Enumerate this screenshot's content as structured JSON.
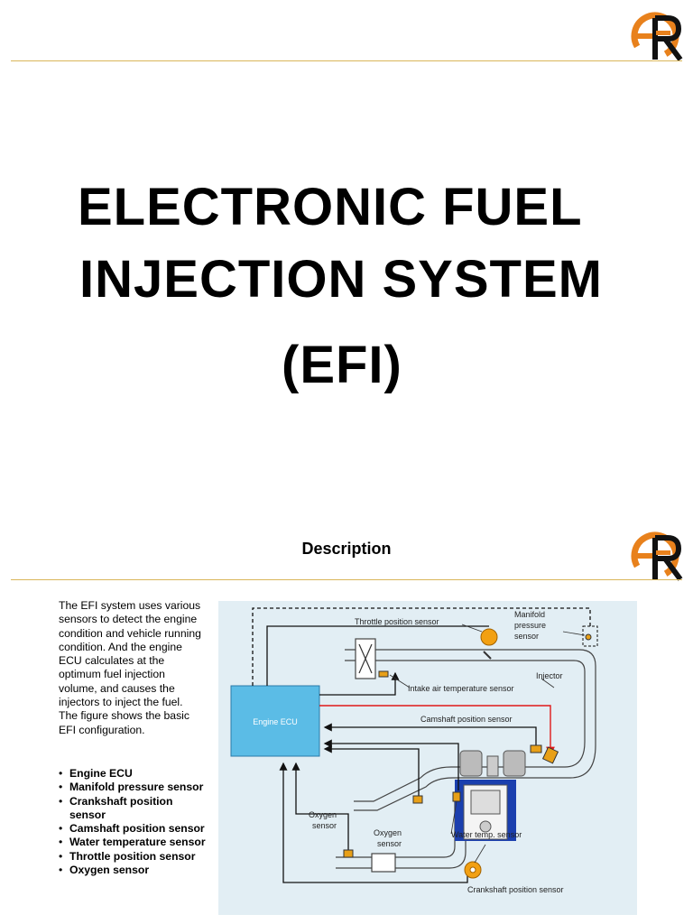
{
  "slide1": {
    "title_lines": [
      "ELECTRONIC FUEL",
      "INJECTION SYSTEM",
      "(EFI)"
    ]
  },
  "slide2": {
    "heading": "Description",
    "paragraph": "The EFI system uses various sensors to detect the engine condition and vehicle running condition. And the engine ECU calculates at the optimum fuel injection volume, and causes the injectors to inject the fuel.  The figure shows the basic EFI configuration.",
    "bullets": [
      "Engine ECU",
      "Manifold pressure sensor",
      "Crankshaft position sensor",
      "Camshaft position sensor",
      "Water temperature sensor",
      "Throttle position sensor",
      "Oxygen sensor"
    ],
    "diagram": {
      "ecu_label": "Engine ECU",
      "throttle_position_sensor": "Throttle position sensor",
      "manifold_pressure_sensor": [
        "Manifold",
        "pressure",
        "sensor"
      ],
      "injector": "Injector",
      "intake_air_temperature_sensor": "Intake air temperature sensor",
      "camshaft_position_sensor": "Camshaft position sensor",
      "oxygen_sensor_1": [
        "Oxygen",
        "sensor"
      ],
      "oxygen_sensor_2": [
        "Oxygen",
        "sensor"
      ],
      "water_temp_sensor": "Water temp. sensor",
      "crankshaft_position_sensor": "Crankshaft position sensor"
    }
  },
  "colors": {
    "logo_orange": "#e8811c",
    "logo_black": "#111111",
    "rule": "#d9b65a",
    "diagram_bg": "#e2eef4",
    "ecu_fill": "#5bbce6",
    "signal_red": "#e01818",
    "block_blue": "#1b3fae"
  }
}
